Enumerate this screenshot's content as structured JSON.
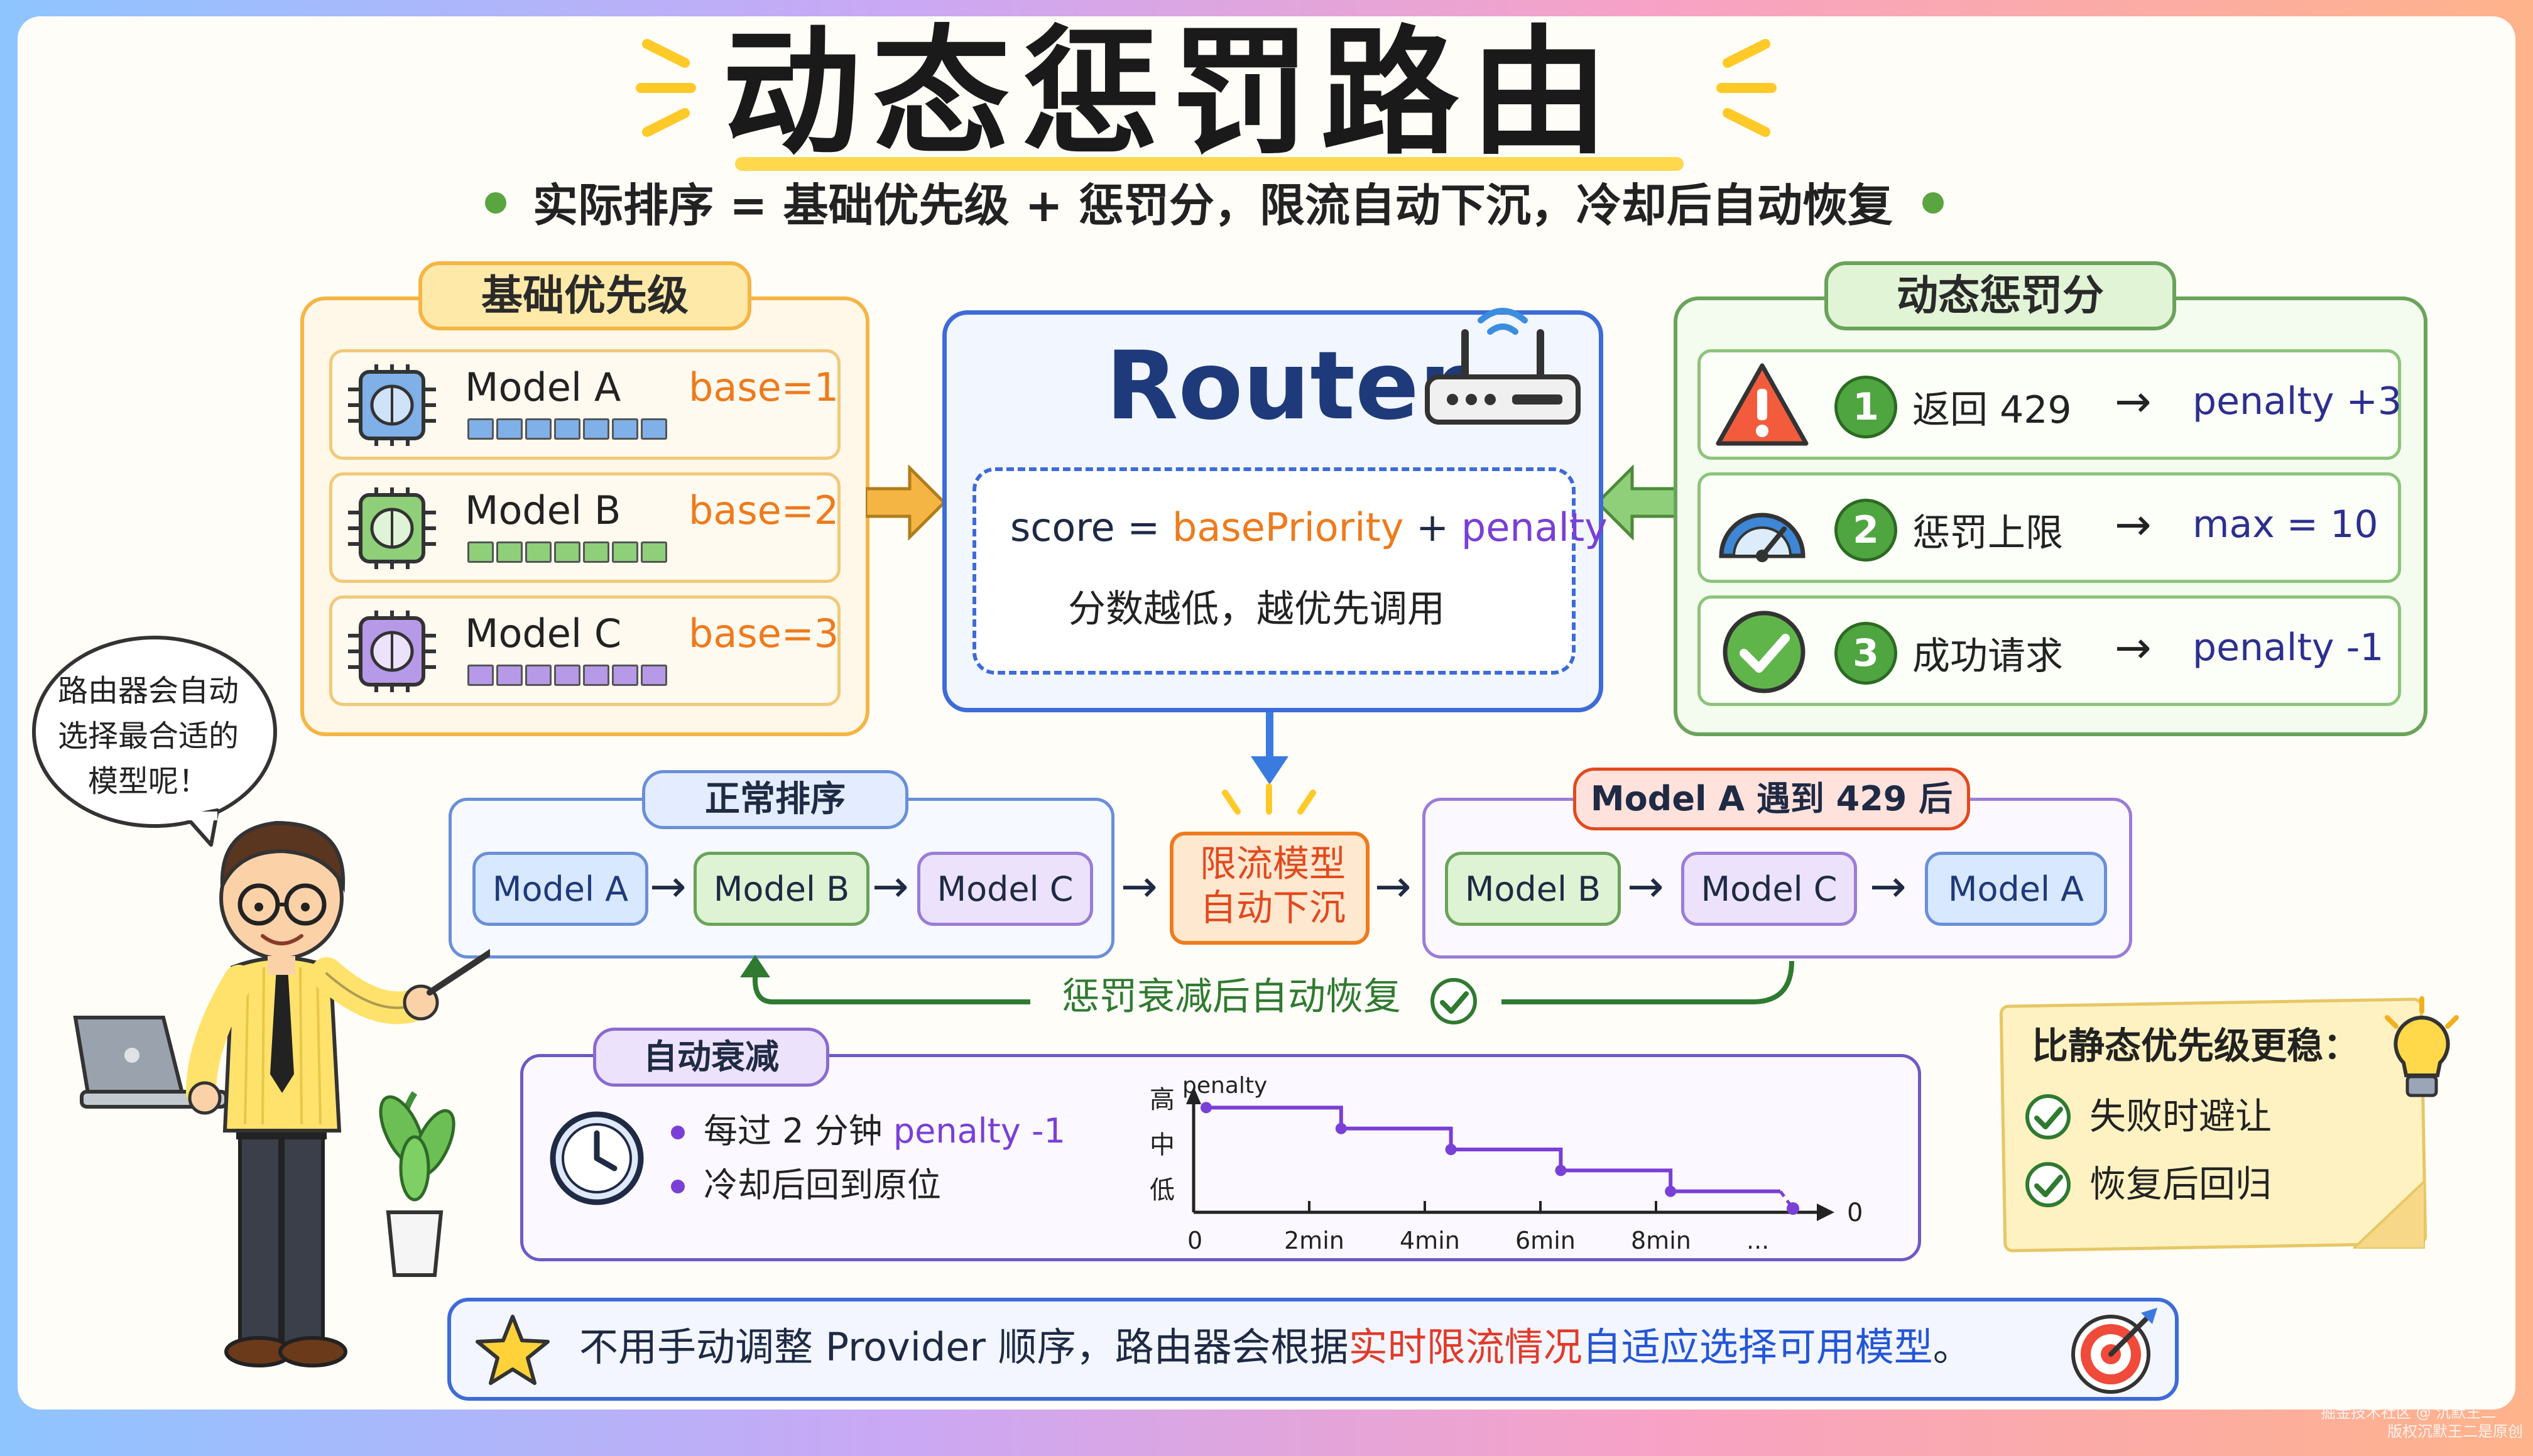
{
  "title": "动态惩罚路由",
  "subtitle": "实际排序 = 基础优先级 + 惩罚分，限流自动下沉，冷却后自动恢复",
  "colors": {
    "base_panel": "#f5b544",
    "penalty_panel": "#6aa35a",
    "router_panel": "#3d6bd8",
    "orange_text": "#ee7b1d",
    "purple_text": "#7a3fd6",
    "red_text": "#e23a2a",
    "blue_text": "#2456d6"
  },
  "base_priority": {
    "header": "基础优先级",
    "models": [
      {
        "name": "Model A",
        "base": "base=1",
        "icon": "brain-chip-icon",
        "color": "#7fb0e8"
      },
      {
        "name": "Model B",
        "base": "base=2",
        "icon": "brain-chip-icon",
        "color": "#8fcf7a"
      },
      {
        "name": "Model C",
        "base": "base=3",
        "icon": "brain-chip-icon",
        "color": "#b69ae8"
      }
    ]
  },
  "router": {
    "title": "Router",
    "icon": "wifi-router-icon",
    "formula_lhs": "score =",
    "formula_base": "basePriority",
    "formula_plus": "+",
    "formula_penalty": "penalty",
    "note": "分数越低，越优先调用"
  },
  "penalty": {
    "header": "动态惩罚分",
    "rules": [
      {
        "num": "1",
        "label": "返回 429",
        "arrow": "→",
        "effect": "penalty +3",
        "icon": "warning-icon"
      },
      {
        "num": "2",
        "label": "惩罚上限",
        "arrow": "→",
        "effect": "max = 10",
        "icon": "gauge-icon"
      },
      {
        "num": "3",
        "label": "成功请求",
        "arrow": "→",
        "effect": "penalty -1",
        "icon": "check-circle-icon"
      }
    ]
  },
  "speech": "路由器会自动选择最合适的模型呢！",
  "speech_lines": [
    "路由器会自动",
    "选择最合适的",
    "模型呢！"
  ],
  "normal_order": {
    "header": "正常排序",
    "items": [
      "Model A",
      "Model B",
      "Model C"
    ]
  },
  "sink_box": [
    "限流模型",
    "自动下沉"
  ],
  "after_429": {
    "header": "Model A 遇到 429 后",
    "items": [
      "Model B",
      "Model C",
      "Model A"
    ]
  },
  "recover_label": "惩罚衰减后自动恢复",
  "decay": {
    "header": "自动衰减",
    "bullets": [
      {
        "prefix": "每过 2 分钟 ",
        "highlight": "penalty -1"
      },
      {
        "prefix": "冷却后回到原位",
        "highlight": ""
      }
    ],
    "chart": {
      "y_labels": [
        "高",
        "中",
        "低"
      ],
      "series_label": "penalty",
      "x_ticks": [
        "0",
        "2min",
        "4min",
        "6min",
        "8min",
        "..."
      ],
      "end_label": "0"
    }
  },
  "chart_data": {
    "type": "line",
    "x": [
      "0",
      "2min",
      "4min",
      "6min",
      "8min"
    ],
    "series": [
      {
        "name": "penalty",
        "values": [
          5,
          4,
          3,
          2,
          1
        ]
      }
    ],
    "y_tick_labels": [
      "高",
      "中",
      "低"
    ],
    "step": true
  },
  "note_card": {
    "title": "比静态优先级更稳：",
    "items": [
      "失败时避让",
      "恢复后回归"
    ]
  },
  "bottom": {
    "part1": "不用手动调整 Provider 顺序，路由器会根据",
    "part2": "实时限流情况",
    "part3": "自适应选择可用模型",
    "part4": "。"
  },
  "watermark": [
    "掘金技术社区 @ 沉默王二",
    "版权沉默王二是原创"
  ]
}
